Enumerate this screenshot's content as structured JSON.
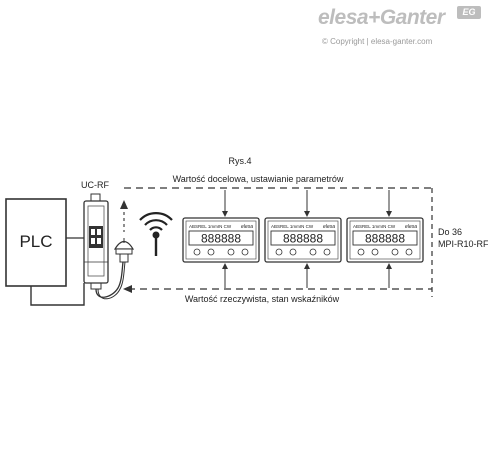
{
  "logo": {
    "brand_text": "elesa+Ganter",
    "badge_text": "EG",
    "copyright": "© Copyright | elesa-ganter.com"
  },
  "diagram": {
    "figure_title": "Rys.4",
    "top_label": "Wartość docelowa, ustawianie parametrów",
    "bottom_label": "Wartość rzeczywista, stan wskaźników",
    "plc_label": "PLC",
    "gateway_label": "UC-RF",
    "count_label_line1": "Do 36",
    "count_label_line2": "MPI-R10-RF",
    "display_header": "ABSREL 1mmIN CW",
    "display_brand": "elesa",
    "display_digits": "888888",
    "display_count": 3
  }
}
